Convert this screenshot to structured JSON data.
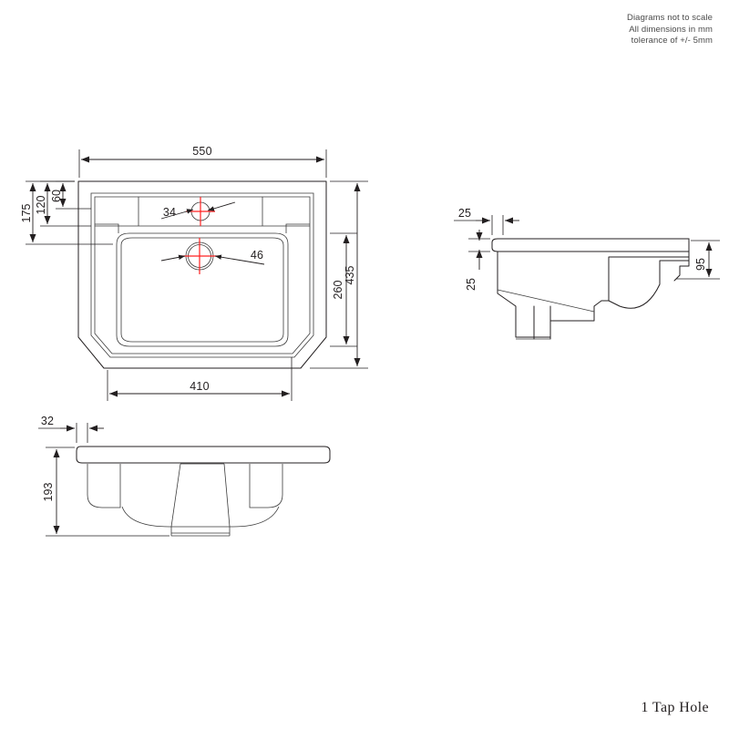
{
  "notes": {
    "line1": "Diagrams not to scale",
    "line2": "All dimensions in mm",
    "line3": "tolerance of +/- 5mm"
  },
  "caption": "1 Tap Hole",
  "colors": {
    "line": "#231f20",
    "centermark": "#ff2020",
    "background": "#ffffff"
  },
  "views": {
    "top": {
      "name": "top-view",
      "dimensions": {
        "width_overall": "550",
        "depth_overall": "435",
        "bowl_width": "410",
        "bowl_depth": "260",
        "back_total": "175",
        "back_mid": "120",
        "back_near": "60",
        "tap_hole_dia": "34",
        "waste_hole_dia": "46"
      }
    },
    "side": {
      "name": "side-view",
      "dimensions": {
        "rim_overhang": "25",
        "rim_thickness": "25",
        "height_overall": "95"
      }
    },
    "front": {
      "name": "front-view",
      "dimensions": {
        "rim_overhang": "32",
        "height_overall": "193"
      }
    }
  }
}
